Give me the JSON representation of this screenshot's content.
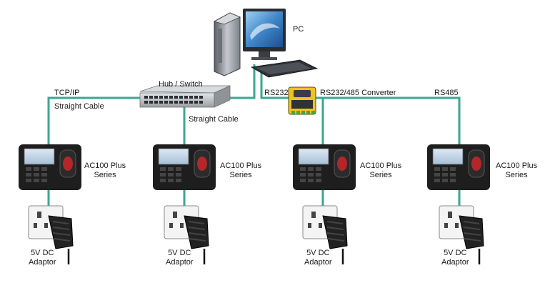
{
  "labels": {
    "pc": "PC",
    "hub": "Hub / Switch",
    "tcpip": "TCP/IP",
    "straight_cable_left": "Straight Cable",
    "straight_cable_mid": "Straight Cable",
    "rs232": "RS232",
    "converter": "RS232/485 Converter",
    "rs485": "RS485"
  },
  "devices": [
    {
      "name_line1": "AC100 Plus",
      "name_line2": "Series",
      "adaptor_line1": "5V DC",
      "adaptor_line2": "Adaptor"
    },
    {
      "name_line1": "AC100 Plus",
      "name_line2": "Series",
      "adaptor_line1": "5V DC",
      "adaptor_line2": "Adaptor"
    },
    {
      "name_line1": "AC100 Plus",
      "name_line2": "Series",
      "adaptor_line1": "5V DC",
      "adaptor_line2": "Adaptor"
    },
    {
      "name_line1": "AC100 Plus",
      "name_line2": "Series",
      "adaptor_line1": "5V DC",
      "adaptor_line2": "Adaptor"
    }
  ],
  "colors": {
    "cable": "#3aa890",
    "device_body": "#1e1e1e",
    "converter_yellow": "#f2c21b",
    "hub_gray": "#b9bcc0",
    "monitor_blue": "#2f6fb8"
  }
}
